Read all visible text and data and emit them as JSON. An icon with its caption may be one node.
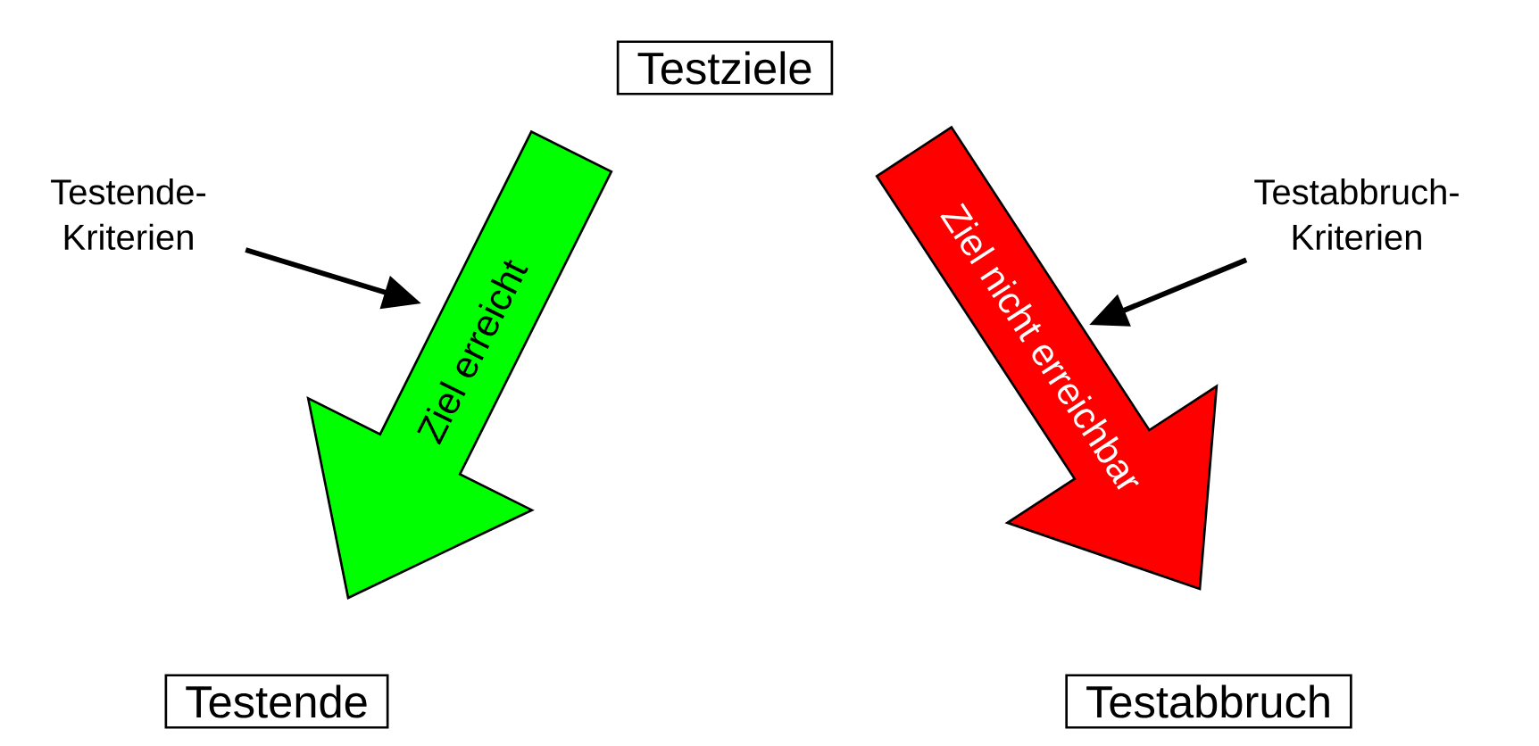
{
  "diagram": {
    "nodes": [
      {
        "text": [
          "Testziele"
        ]
      },
      {
        "text": [
          "Testende"
        ]
      },
      {
        "text": [
          "Testabbruch"
        ]
      },
      {
        "text": [
          "Testende- Kriterien"
        ]
      },
      {
        "text": [
          "Testabbruch- Kriterien"
        ]
      }
    ],
    "edges": [
      {
        "from": 0,
        "to": 1,
        "arrow": "to",
        "label": "Ziel erreicht",
        "style": "thick",
        "color": "#00ff00"
      },
      {
        "from": 0,
        "to": 2,
        "arrow": "to",
        "label": "Ziel nicht erreichbar",
        "style": "thick",
        "color": "#ff0000"
      },
      {
        "from": 3,
        "to": null,
        "arrow": "to"
      },
      {
        "from": 4,
        "to": null,
        "arrow": "to"
      }
    ]
  }
}
